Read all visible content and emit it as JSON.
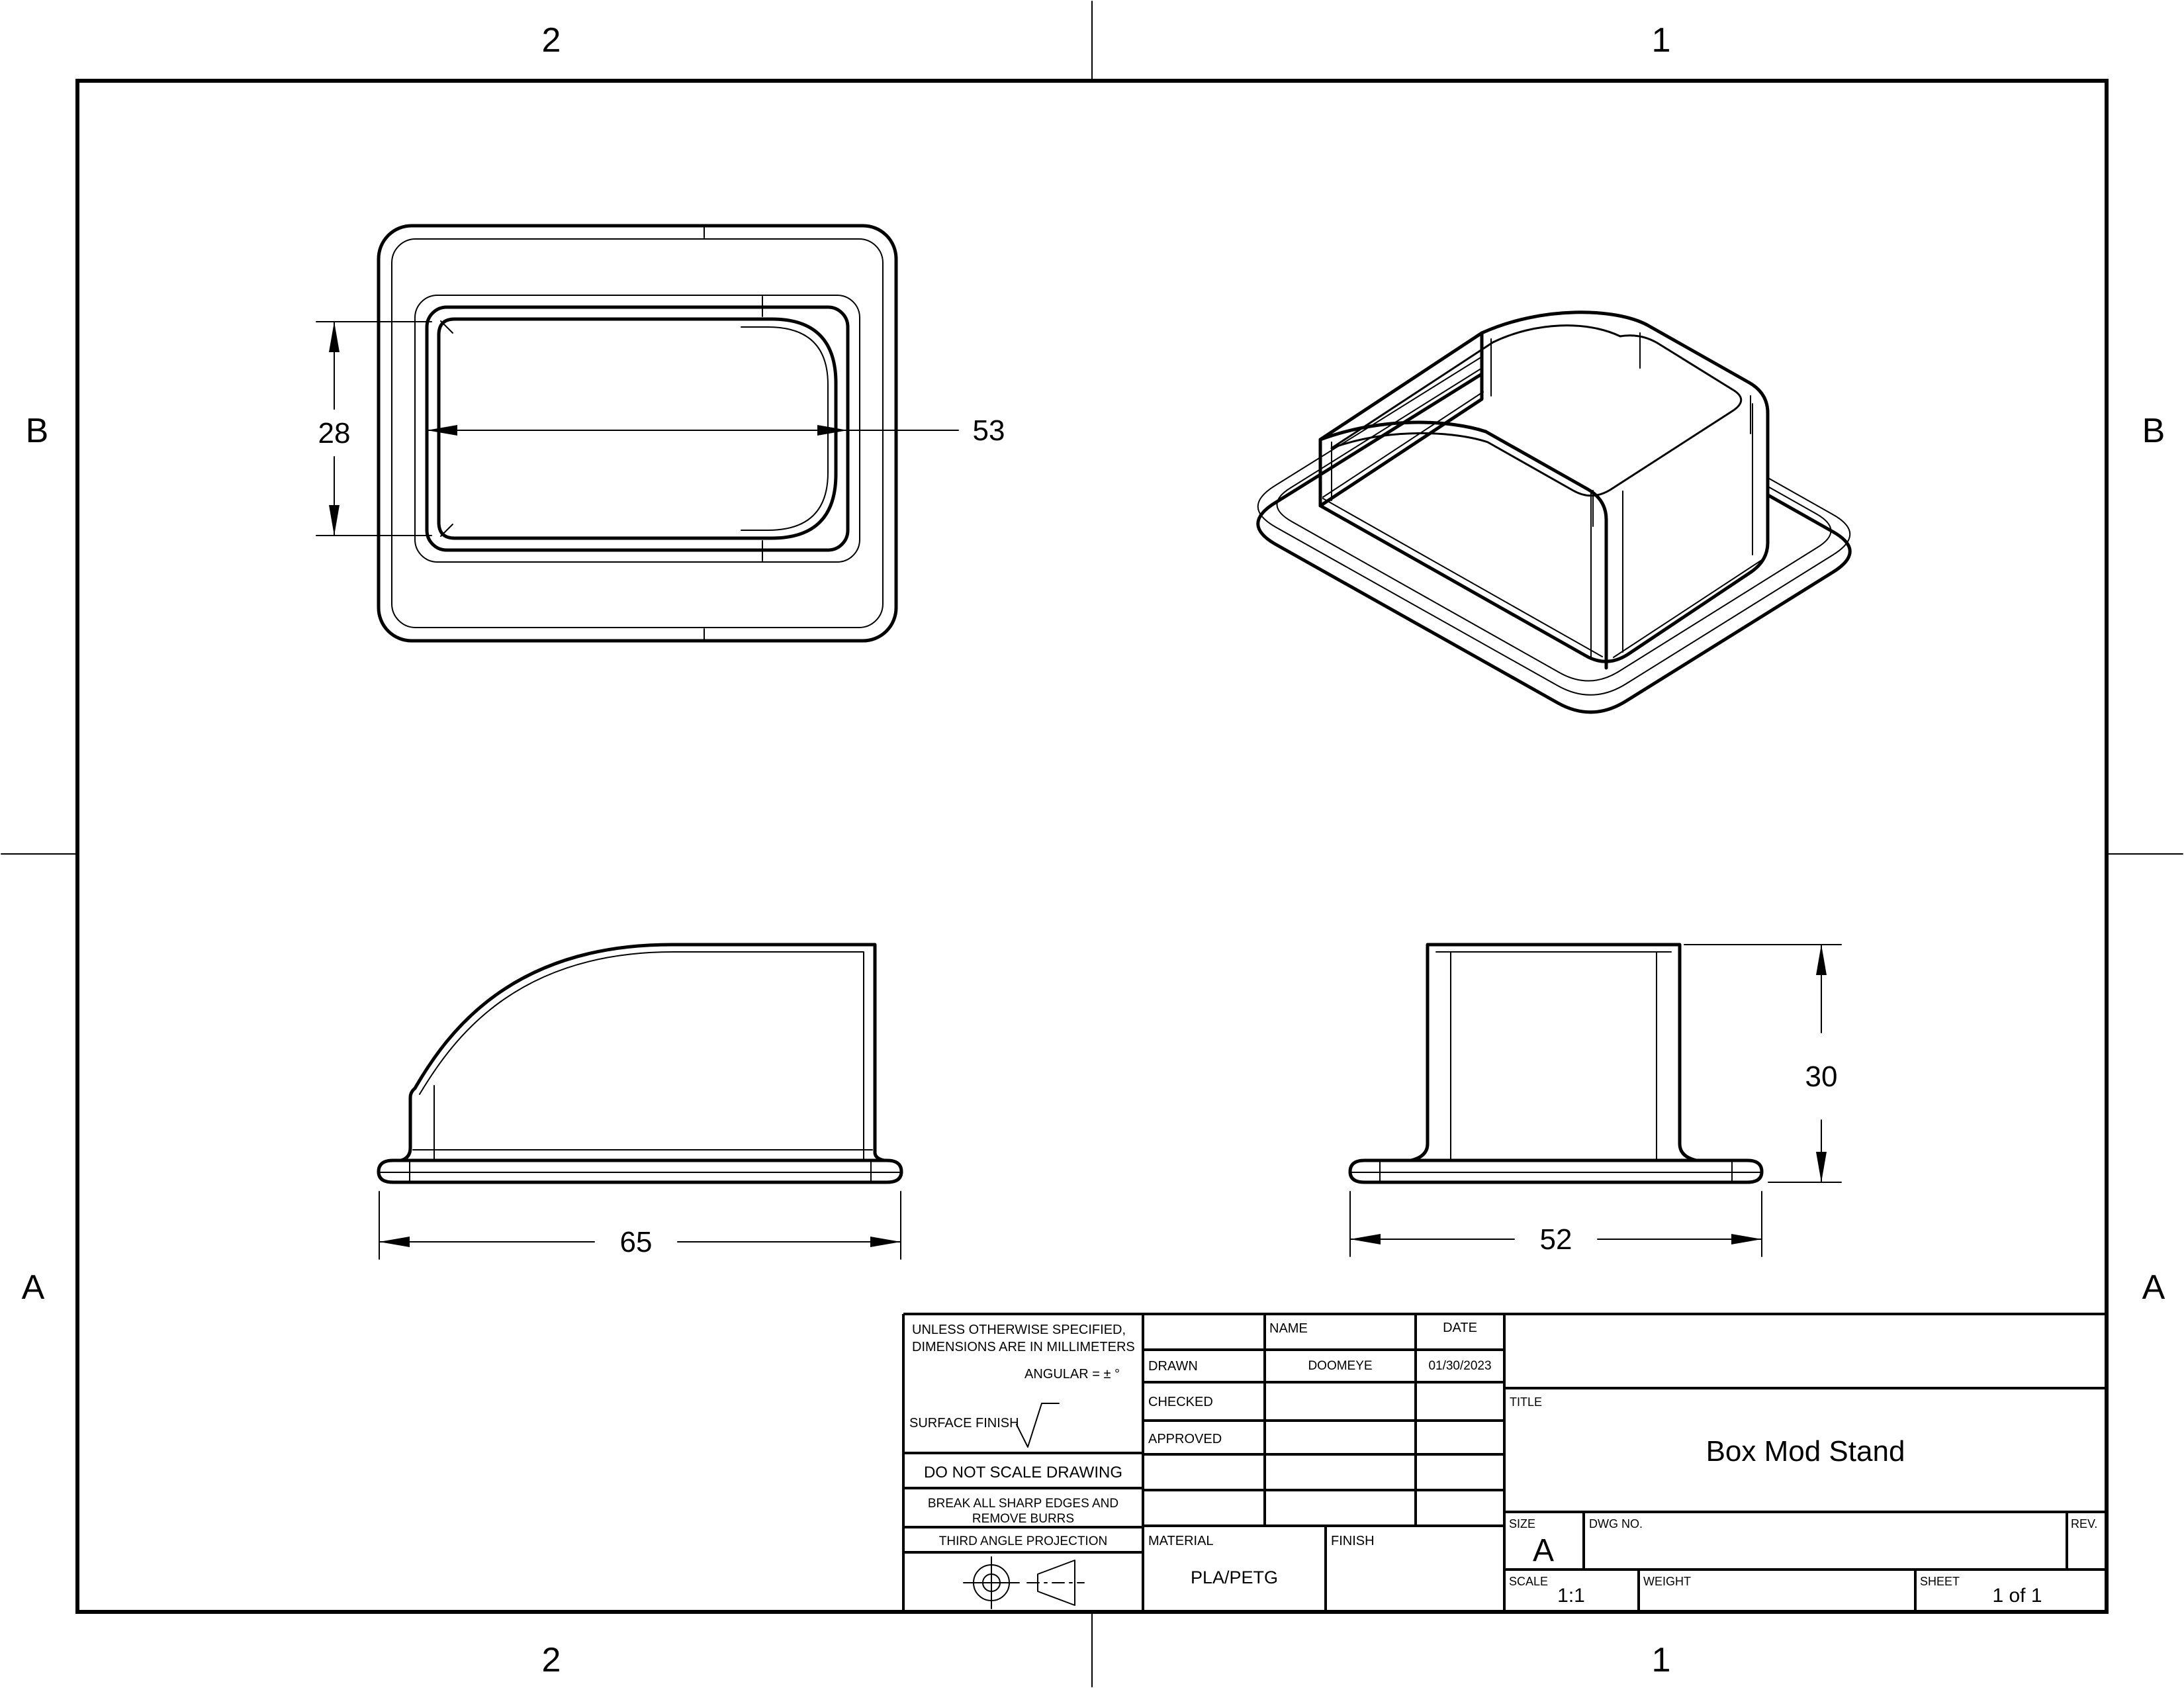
{
  "drawing": {
    "zone_labels": {
      "top": [
        "2",
        "1"
      ],
      "bottom": [
        "2",
        "1"
      ],
      "left": [
        "B",
        "A"
      ],
      "right": [
        "B",
        "A"
      ]
    },
    "dimensions": {
      "top_view_width": "53",
      "top_view_height": "28",
      "side_view_length": "65",
      "front_view_width": "52",
      "front_view_height": "30"
    }
  },
  "title_block": {
    "spec_note_1": "UNLESS OTHERWISE SPECIFIED,",
    "spec_note_2": "DIMENSIONS ARE IN MILLIMETERS",
    "angular_note": "ANGULAR = ± °",
    "surface_finish_label": "SURFACE FINISH",
    "do_not_scale": "DO NOT SCALE DRAWING",
    "deburr_1": "BREAK ALL SHARP EDGES AND",
    "deburr_2": "REMOVE BURRS",
    "projection_label": "THIRD ANGLE PROJECTION",
    "name_header": "NAME",
    "date_header": "DATE",
    "rows": [
      {
        "label": "DRAWN",
        "name": "DOOMEYE",
        "date": "01/30/2023"
      },
      {
        "label": "CHECKED",
        "name": "",
        "date": ""
      },
      {
        "label": "APPROVED",
        "name": "",
        "date": ""
      }
    ],
    "material_label": "MATERIAL",
    "material_value": "PLA/PETG",
    "finish_label": "FINISH",
    "finish_value": "",
    "title_label": "TITLE",
    "title_value": "Box Mod Stand",
    "size_label": "SIZE",
    "size_value": "A",
    "dwg_no_label": "DWG NO.",
    "dwg_no_value": "",
    "rev_label": "REV.",
    "rev_value": "",
    "scale_label": "SCALE",
    "scale_value": "1:1",
    "weight_label": "WEIGHT",
    "weight_value": "",
    "sheet_label": "SHEET",
    "sheet_value": "1 of 1"
  }
}
